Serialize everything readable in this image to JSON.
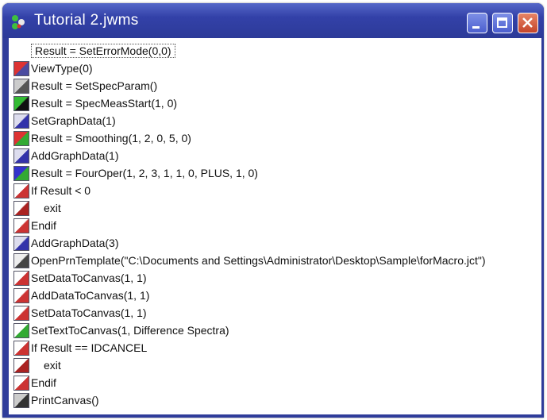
{
  "window": {
    "title": "Tutorial 2.jwms",
    "controls": [
      "minimize",
      "maximize",
      "close"
    ]
  },
  "lines": [
    {
      "text": "Result = SetErrorMode(0,0)",
      "icon": "none",
      "selected": true
    },
    {
      "text": "ViewType(0)",
      "icon": "view-type-icon"
    },
    {
      "text": "Result = SetSpecParam()",
      "icon": "spec-param-icon"
    },
    {
      "text": "Result = SpecMeasStart(1, 0)",
      "icon": "play-measure-icon"
    },
    {
      "text": "SetGraphData(1)",
      "icon": "graph-data-icon"
    },
    {
      "text": "Result = Smoothing(1, 2, 0, 5, 0)",
      "icon": "smoothing-icon"
    },
    {
      "text": "AddGraphData(1)",
      "icon": "add-graph-icon"
    },
    {
      "text": "Result = FourOper(1, 2, 3, 1, 1, 0, PLUS, 1, 0)",
      "icon": "four-oper-icon"
    },
    {
      "text": "If Result < 0",
      "icon": "if-icon"
    },
    {
      "text": "exit",
      "icon": "exit-icon",
      "indent": true
    },
    {
      "text": "Endif",
      "icon": "endif-icon"
    },
    {
      "text": "AddGraphData(3)",
      "icon": "add-graph-icon"
    },
    {
      "text": "OpenPrnTemplate(\"C:\\Documents and Settings\\Administrator\\Desktop\\Sample\\forMacro.jct\")",
      "icon": "template-icon"
    },
    {
      "text": "SetDataToCanvas(1, 1)",
      "icon": "canvas-icon"
    },
    {
      "text": "AddDataToCanvas(1, 1)",
      "icon": "canvas-icon"
    },
    {
      "text": "SetDataToCanvas(1, 1)",
      "icon": "canvas-icon"
    },
    {
      "text": "SetTextToCanvas(1, Difference Spectra)",
      "icon": "canvas-text-icon"
    },
    {
      "text": "If Result == IDCANCEL",
      "icon": "if-icon"
    },
    {
      "text": "exit",
      "icon": "exit-icon",
      "indent": true
    },
    {
      "text": "Endif",
      "icon": "endif-icon"
    },
    {
      "text": "PrintCanvas()",
      "icon": "printer-icon"
    }
  ],
  "colors": {
    "titlebar": "#3341a8",
    "close": "#c4442a"
  }
}
